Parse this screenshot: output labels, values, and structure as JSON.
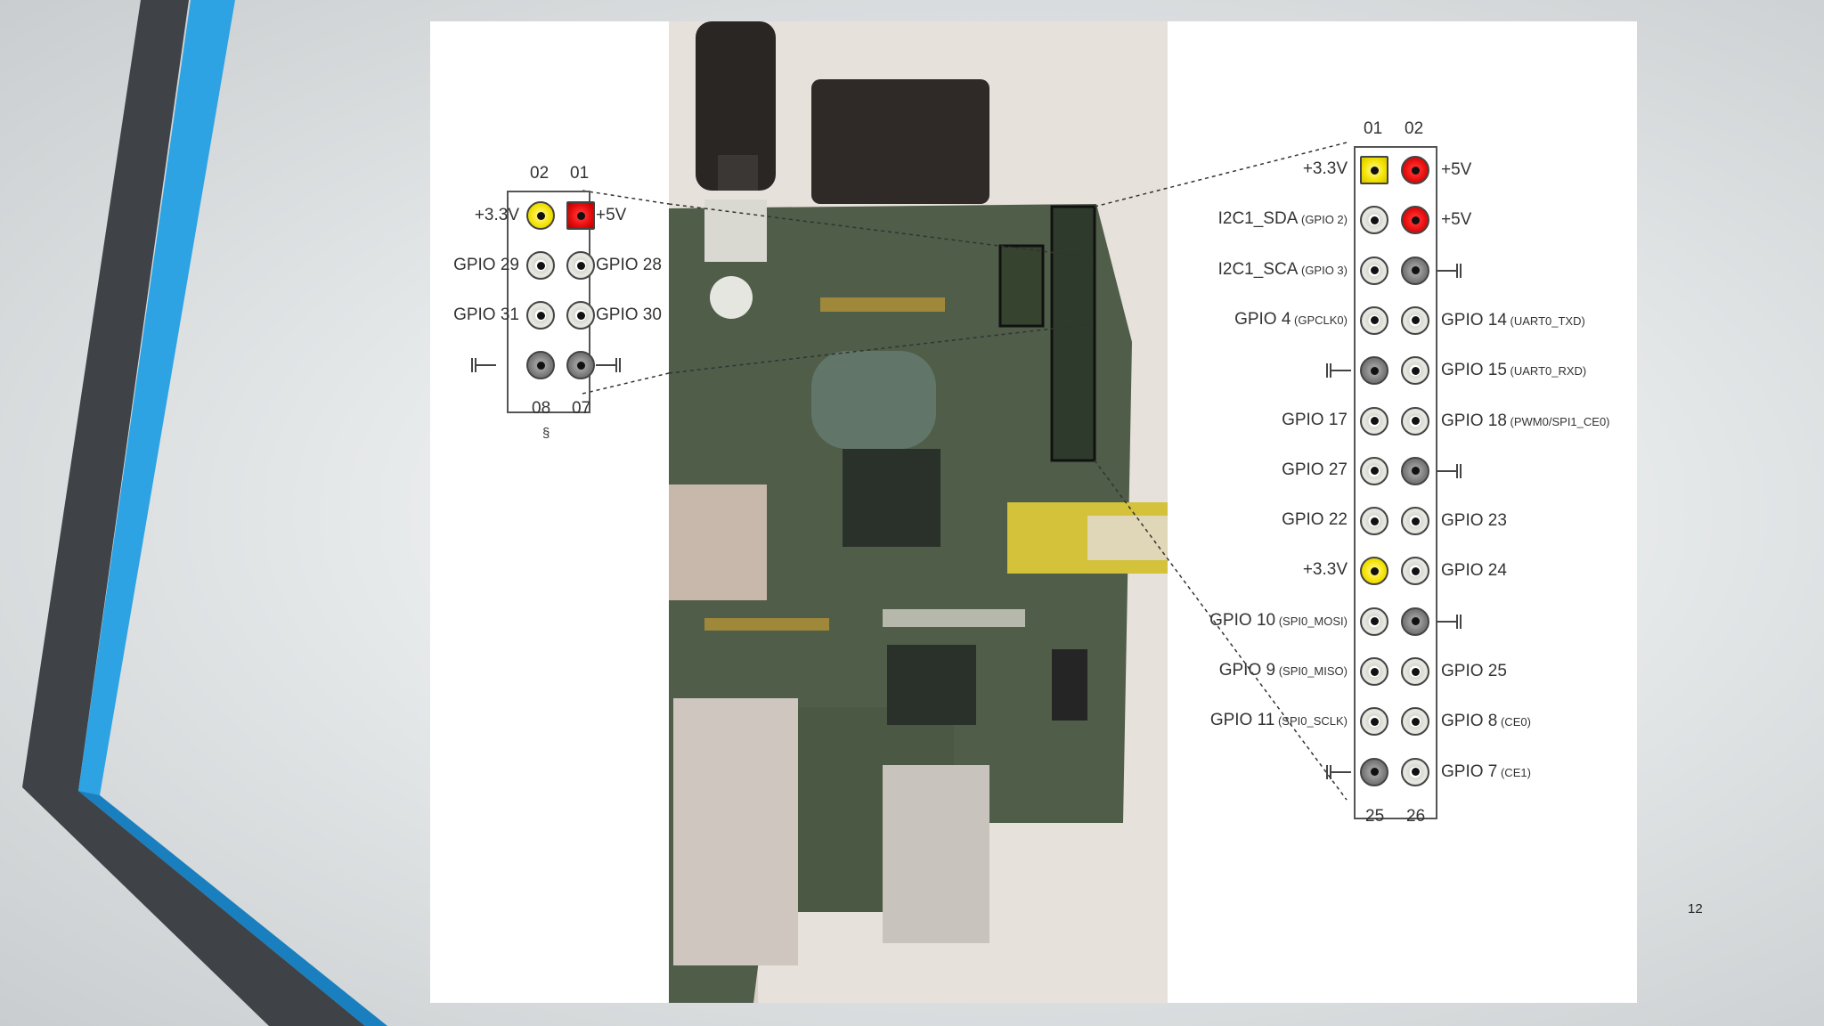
{
  "slide": {
    "number": "12"
  },
  "left_header": {
    "top_numbers": [
      "02",
      "01"
    ],
    "bottom_numbers": [
      "08",
      "07"
    ],
    "extra_mark": "§",
    "rows": [
      {
        "left": "+3.3V",
        "right": "+5V",
        "pins": [
          "yellow",
          "red"
        ]
      },
      {
        "left": "GPIO 29",
        "right": "GPIO 28",
        "pins": [
          "white",
          "white"
        ]
      },
      {
        "left": "GPIO 31",
        "right": "GPIO 30",
        "pins": [
          "white",
          "white"
        ]
      },
      {
        "left": "",
        "right": "",
        "pins": [
          "gray",
          "gray"
        ],
        "ground": true
      }
    ]
  },
  "right_header": {
    "top_numbers": [
      "01",
      "02"
    ],
    "bottom_numbers": [
      "25",
      "26"
    ],
    "rows": [
      {
        "left": "+3.3V",
        "left_sub": "",
        "right": "+5V",
        "right_sub": "",
        "pins": [
          "yellow",
          "red"
        ]
      },
      {
        "left": "I2C1_SDA",
        "left_sub": "(GPIO 2)",
        "right": "+5V",
        "right_sub": "",
        "pins": [
          "white",
          "red"
        ]
      },
      {
        "left": "I2C1_SCA",
        "left_sub": "(GPIO 3)",
        "right": "",
        "right_sub": "",
        "pins": [
          "white",
          "gray"
        ]
      },
      {
        "left": "GPIO 4",
        "left_sub": "(GPCLK0)",
        "right": "GPIO 14",
        "right_sub": "(UART0_TXD)",
        "pins": [
          "white",
          "white"
        ]
      },
      {
        "left": "",
        "left_sub": "",
        "right": "GPIO 15",
        "right_sub": "(UART0_RXD)",
        "pins": [
          "gray",
          "white"
        ]
      },
      {
        "left": "GPIO 17",
        "left_sub": "",
        "right": "GPIO 18",
        "right_sub": "(PWM0/SPI1_CE0)",
        "pins": [
          "white",
          "white"
        ]
      },
      {
        "left": "GPIO 27",
        "left_sub": "",
        "right": "",
        "right_sub": "",
        "pins": [
          "white",
          "gray"
        ]
      },
      {
        "left": "GPIO 22",
        "left_sub": "",
        "right": "GPIO 23",
        "right_sub": "",
        "pins": [
          "white",
          "white"
        ]
      },
      {
        "left": "+3.3V",
        "left_sub": "",
        "right": "GPIO 24",
        "right_sub": "",
        "pins": [
          "yellow",
          "white"
        ]
      },
      {
        "left": "GPIO 10",
        "left_sub": "(SPI0_MOSI)",
        "right": "",
        "right_sub": "",
        "pins": [
          "white",
          "gray"
        ]
      },
      {
        "left": "GPIO 9",
        "left_sub": "(SPI0_MISO)",
        "right": "GPIO 25",
        "right_sub": "",
        "pins": [
          "white",
          "white"
        ]
      },
      {
        "left": "GPIO 11",
        "left_sub": "(SPI0_SCLK)",
        "right": "GPIO 8",
        "right_sub": "(CE0)",
        "pins": [
          "white",
          "white"
        ]
      },
      {
        "left": "",
        "left_sub": "",
        "right": "GPIO 7",
        "right_sub": "(CE1)",
        "pins": [
          "gray",
          "white"
        ]
      }
    ]
  },
  "colors": {
    "accent_blue": "#2ea3e3",
    "dark_stripe": "#3f4347",
    "pcb_green": "#4f5d49",
    "pin_yellow": "#f2e200",
    "pin_red": "#e50d0d"
  }
}
